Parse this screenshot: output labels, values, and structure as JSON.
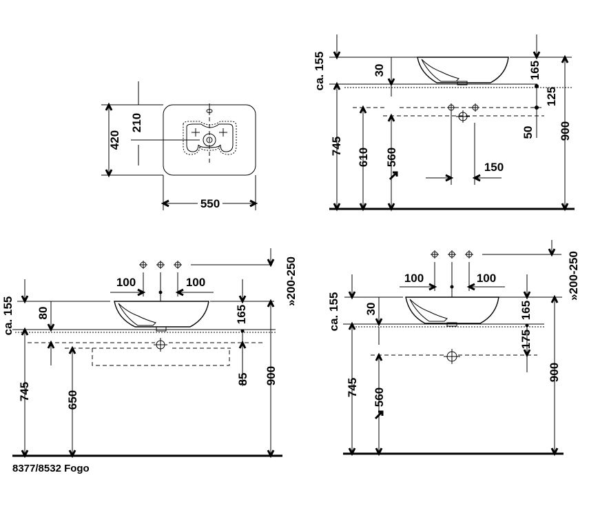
{
  "colors": {
    "ink": "#000000",
    "paper": "#ffffff"
  },
  "top_view": {
    "width_label": "550",
    "depth_label": "420",
    "tap_offset_label": "210"
  },
  "side_view_top": {
    "rim_label": "ca. 155",
    "bowl_label": "30",
    "height_label": "745",
    "drain_label": "610",
    "trap_label": "560",
    "overall_label": "900",
    "bowl_height_label": "165",
    "tap_gap_label": "125",
    "drain_gap_label": "50",
    "offset_label": "150"
  },
  "side_view_left": {
    "rim_label": "ca. 155",
    "bowl_label": "80",
    "height_label": "745",
    "drain_label": "650",
    "bowl_height_label": "165",
    "gap_label": "85",
    "overall_label": "900",
    "tap_range_label": "»200-250",
    "tap_left_label": "100",
    "tap_right_label": "100"
  },
  "side_view_right": {
    "rim_label": "ca. 155",
    "bowl_label": "30",
    "height_label": "745",
    "trap_label": "560",
    "bowl_height_label": "165",
    "drain_gap_label": "175",
    "overall_label": "900",
    "tap_range_label": "»200-250",
    "tap_left_label": "100",
    "tap_right_label": "100"
  },
  "caption": "8377/8532 Fogo"
}
